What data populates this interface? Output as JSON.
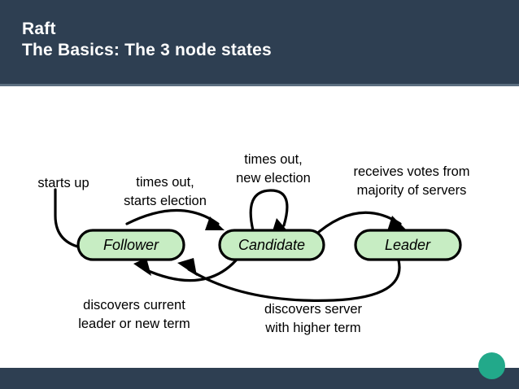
{
  "slide": {
    "header": {
      "title": "Raft",
      "subtitle": "The Basics: The 3 node states",
      "background_color": "#2e3f52",
      "separator_color": "#5c6e80",
      "text_color": "#ffffff"
    },
    "footer": {
      "bar_color": "#2e3f52",
      "accent_dot_color": "#22a98a"
    }
  },
  "diagram": {
    "type": "state-machine",
    "node_fill_color": "#c7edc3",
    "node_stroke_color": "#000000",
    "nodes": [
      {
        "id": "follower",
        "label": "Follower"
      },
      {
        "id": "candidate",
        "label": "Candidate"
      },
      {
        "id": "leader",
        "label": "Leader"
      }
    ],
    "edges": [
      {
        "id": "start-to-follower",
        "from": "start",
        "to": "follower",
        "label_lines": [
          "starts up"
        ]
      },
      {
        "id": "follower-to-candidate",
        "from": "follower",
        "to": "candidate",
        "label_lines": [
          "times out,",
          "starts election"
        ]
      },
      {
        "id": "candidate-to-candidate",
        "from": "candidate",
        "to": "candidate",
        "label_lines": [
          "times out,",
          "new election"
        ]
      },
      {
        "id": "candidate-to-leader",
        "from": "candidate",
        "to": "leader",
        "label_lines": [
          "receives votes from",
          "majority of servers"
        ]
      },
      {
        "id": "candidate-to-follower",
        "from": "candidate",
        "to": "follower",
        "label_lines": [
          "discovers current",
          "leader or new term"
        ]
      },
      {
        "id": "leader-to-follower",
        "from": "leader",
        "to": "follower",
        "label_lines": [
          "discovers server",
          "with higher term"
        ]
      }
    ]
  }
}
